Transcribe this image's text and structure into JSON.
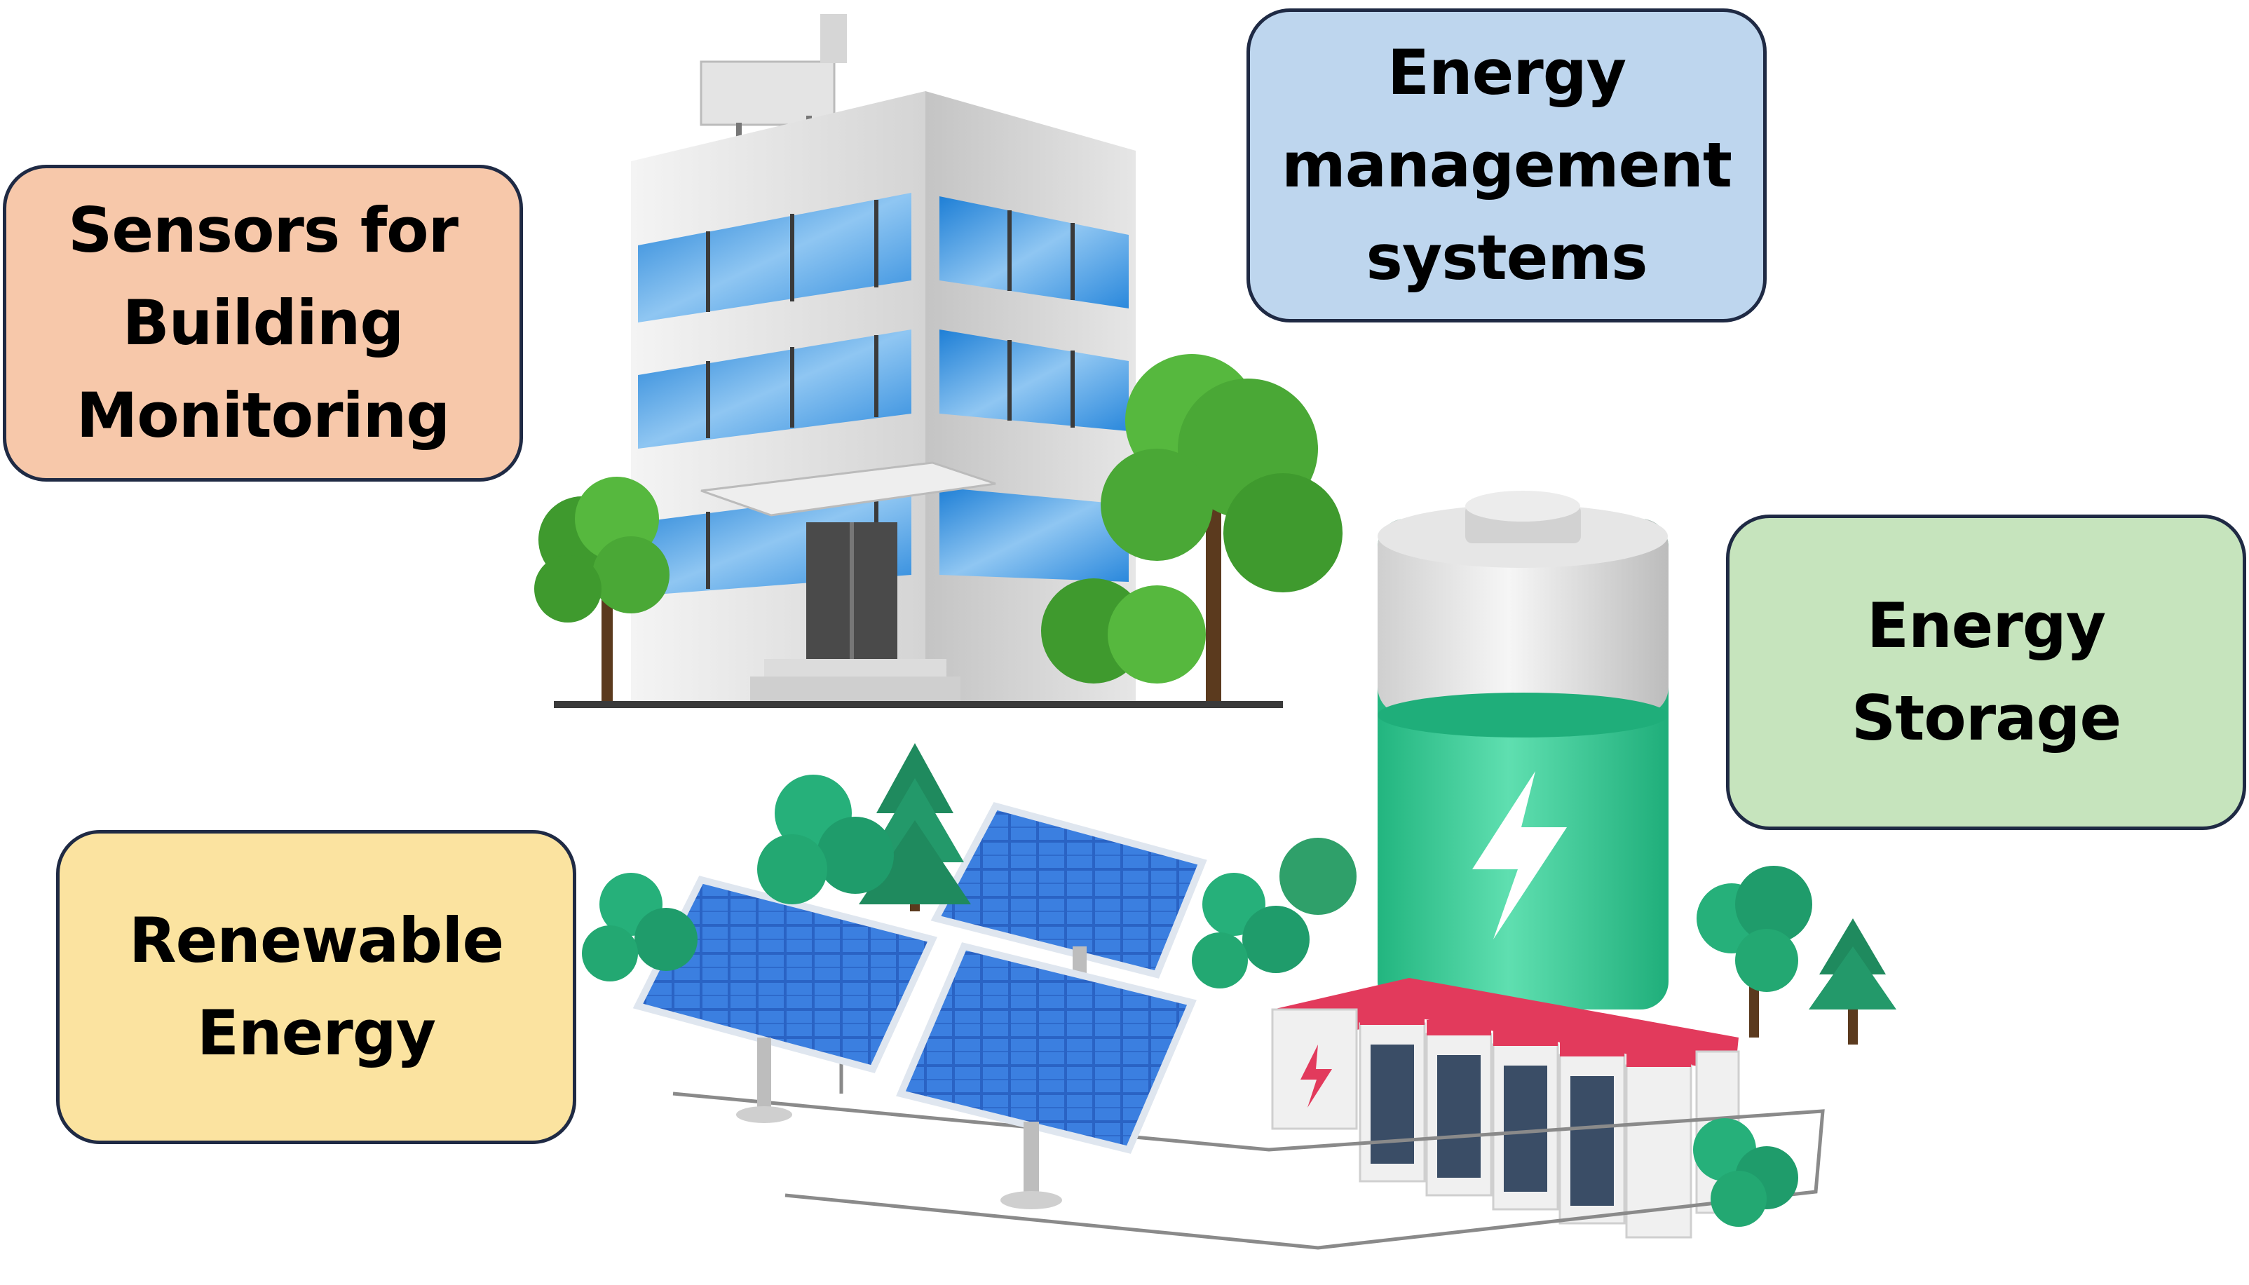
{
  "labels": {
    "sensors": [
      "Sensors for",
      "Building",
      "Monitoring"
    ],
    "ems": [
      "Energy",
      "management",
      "systems"
    ],
    "storage": [
      "Energy",
      "Storage"
    ],
    "renewable": [
      "Renewable",
      "Energy"
    ]
  },
  "colors": {
    "sensors_bg": "#f7c8aa",
    "ems_bg": "#bed6ee",
    "storage_bg": "#c6e4bd",
    "renewable_bg": "#fbe3a0",
    "box_border": "#1f2a44",
    "battery_green": "#27c08a",
    "solar_blue": "#2f6fcf",
    "tree_green": "#4caa3a"
  },
  "icons": [
    "office-building-icon",
    "battery-icon",
    "lightning-bolt-icon",
    "solar-panel-icon",
    "tree-icon",
    "pine-tree-icon",
    "battery-rack-icon"
  ]
}
